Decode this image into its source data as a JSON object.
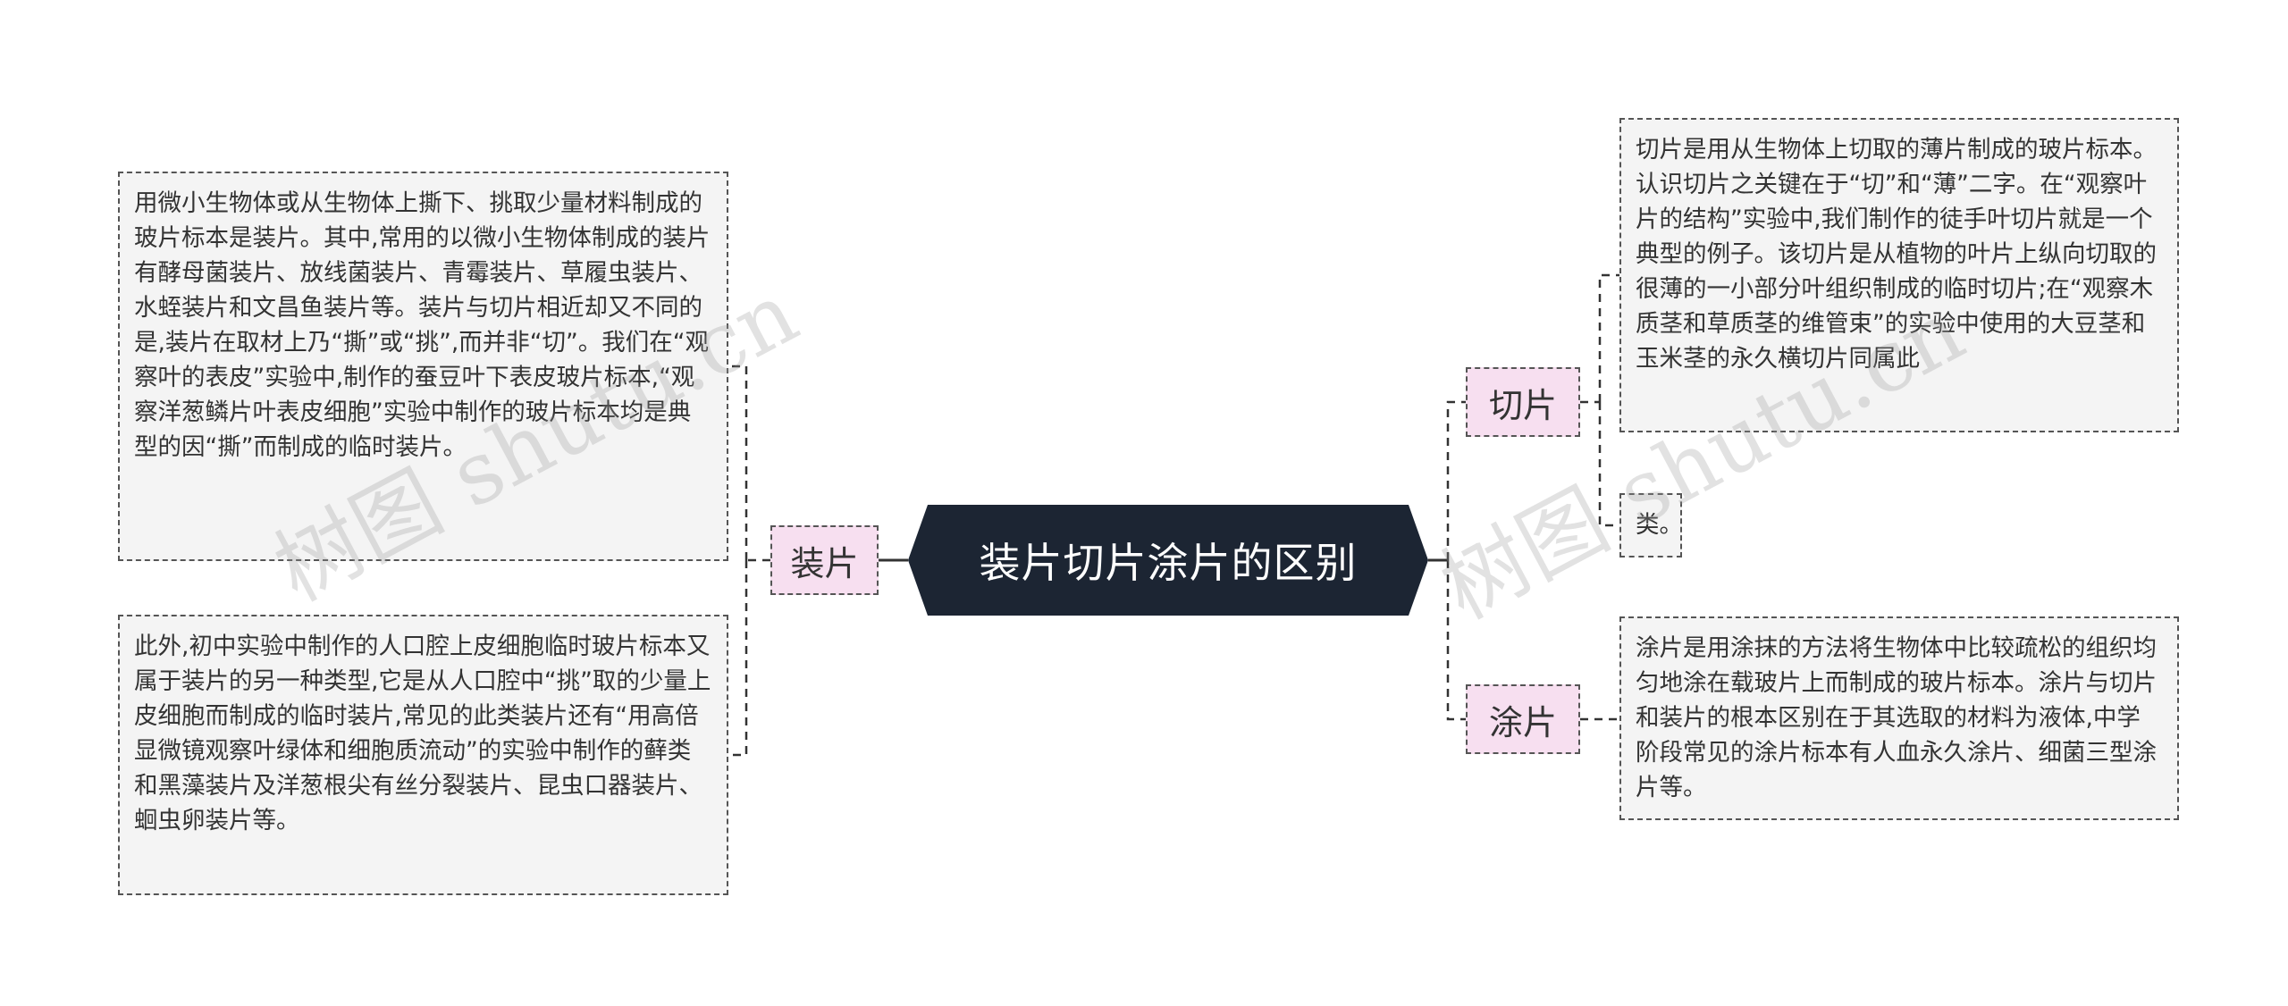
{
  "central": {
    "label": "装片切片涂片的区别",
    "fill": "#1c2533"
  },
  "branches": {
    "zhuangpian": {
      "label": "装片"
    },
    "qiepian": {
      "label": "切片"
    },
    "tupian": {
      "label": "涂片"
    }
  },
  "leaves": {
    "zhuangpian_1": "用微小生物体或从生物体上撕下、挑取少量材料制成的玻片标本是装片。其中,常用的以微小生物体制成的装片有酵母菌装片、放线菌装片、青霉装片、草履虫装片、水蛭装片和文昌鱼装片等。装片与切片相近却又不同的是,装片在取材上乃“撕”或“挑”,而并非“切”。我们在“观察叶的表皮”实验中,制作的蚕豆叶下表皮玻片标本,“观察洋葱鳞片叶表皮细胞”实验中制作的玻片标本均是典型的因“撕”而制成的临时装片。",
    "zhuangpian_2": "此外,初中实验中制作的人口腔上皮细胞临时玻片标本又属于装片的另一种类型,它是从人口腔中“挑”取的少量上皮细胞而制成的临时装片,常见的此类装片还有“用高倍显微镜观察叶绿体和细胞质流动”的实验中制作的藓类和黑藻装片及洋葱根尖有丝分裂装片、昆虫口器装片、蛔虫卵装片等。",
    "qiepian_1": "切片是用从生物体上切取的薄片制成的玻片标本。认识切片之关键在于“切”和“薄”二字。在“观察叶片的结构”实验中,我们制作的徒手叶切片就是一个典型的例子。该切片是从植物的叶片上纵向切取的很薄的一小部分叶组织制成的临时切片;在“观察木质茎和草质茎的维管束”的实验中使用的大豆茎和玉米茎的永久横切片同属此",
    "qiepian_2": "类。",
    "tupian_1": "涂片是用涂抹的方法将生物体中比较疏松的组织均匀地涂在载玻片上而制成的玻片标本。涂片与切片和装片的根本区别在于其选取的材料为液体,中学阶段常见的涂片标本有人血永久涂片、细菌三型涂片等。"
  },
  "watermarks": [
    "树图 shutu.cn",
    "树图 shutu.cn"
  ]
}
